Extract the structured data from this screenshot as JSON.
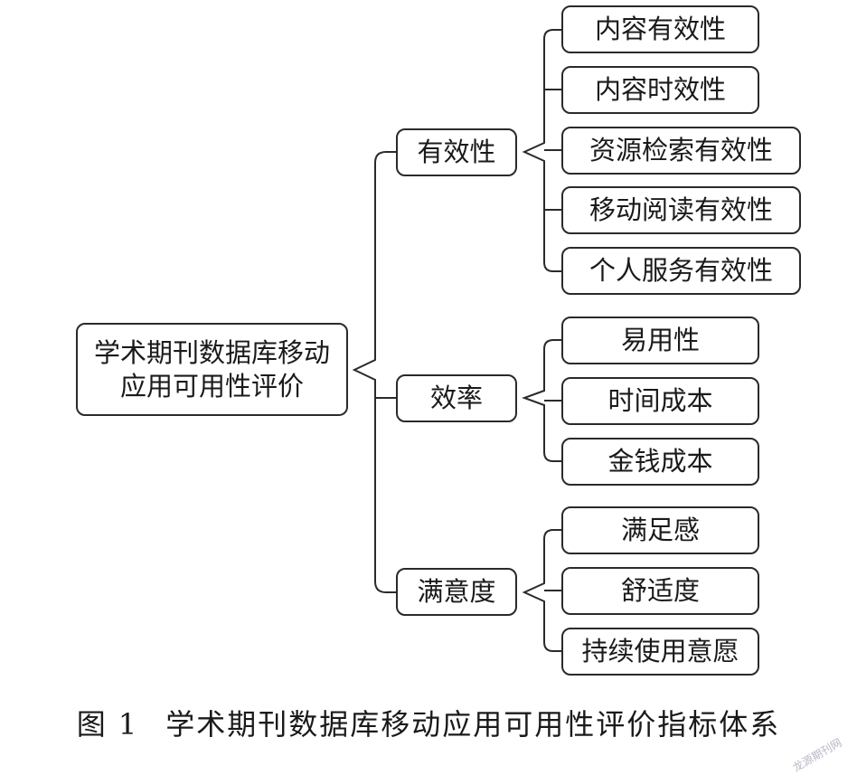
{
  "diagram": {
    "root": "学术期刊数据库移动应用可用性评价",
    "categories": [
      {
        "label": "有效性",
        "items": [
          "内容有效性",
          "内容时效性",
          "资源检索有效性",
          "移动阅读有效性",
          "个人服务有效性"
        ]
      },
      {
        "label": "效率",
        "items": [
          "易用性",
          "时间成本",
          "金钱成本"
        ]
      },
      {
        "label": "满意度",
        "items": [
          "满足感",
          "舒适度",
          "持续使用意愿"
        ]
      }
    ]
  },
  "caption": {
    "figure_number": "图 1",
    "title": "学术期刊数据库移动应用可用性评价指标体系"
  },
  "watermark": "龙源期刊网",
  "colors": {
    "line": "#2a2a2a",
    "border": "#2a2a2a",
    "background": "#ffffff"
  }
}
